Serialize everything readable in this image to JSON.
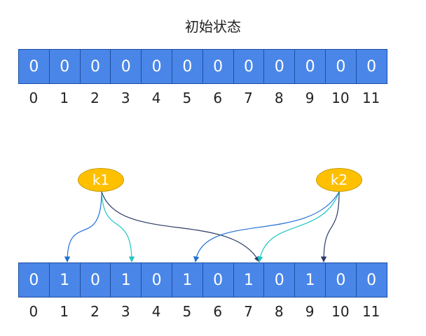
{
  "title": "初始状态",
  "colors": {
    "cell_fill": "#4a86e8",
    "cell_border": "#1d4fa3",
    "node_fill": "#ffc000",
    "arrow_blue": "#1f6fd6",
    "arrow_teal": "#20c4c4",
    "arrow_navy": "#2b3a67"
  },
  "initial_array": {
    "values": [
      "0",
      "0",
      "0",
      "0",
      "0",
      "0",
      "0",
      "0",
      "0",
      "0",
      "0",
      "0"
    ],
    "indices": [
      "0",
      "1",
      "2",
      "3",
      "4",
      "5",
      "6",
      "7",
      "8",
      "9",
      "10",
      "11"
    ]
  },
  "final_array": {
    "values": [
      "0",
      "1",
      "0",
      "1",
      "0",
      "1",
      "0",
      "1",
      "0",
      "1",
      "0",
      "0"
    ],
    "indices": [
      "0",
      "1",
      "2",
      "3",
      "4",
      "5",
      "6",
      "7",
      "8",
      "9",
      "10",
      "11"
    ]
  },
  "hash_keys": [
    {
      "label": "k1",
      "targets": [
        1,
        3,
        7
      ]
    },
    {
      "label": "k2",
      "targets": [
        5,
        7,
        9
      ]
    }
  ]
}
